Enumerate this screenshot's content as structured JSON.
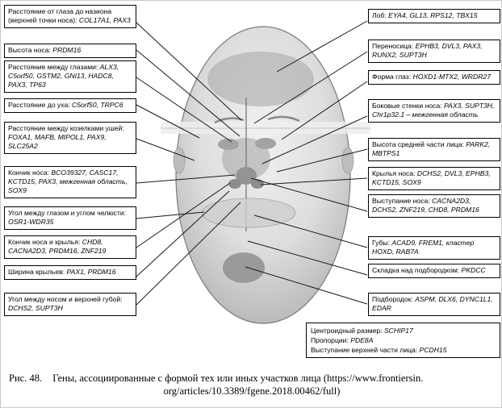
{
  "left_labels": [
    {
      "region": "Расстояние от глаза до назиона (верхней точки носа):",
      "genes": "COL17A1, PAX3"
    },
    {
      "region": "Высота носа:",
      "genes": "PRDM16"
    },
    {
      "region": "Расстояние между глазами:",
      "genes": "ALX3, C5orf50, GSTM2, GNI13, HADC8, PAX3, TP63"
    },
    {
      "region": "Расстояние до уха:",
      "genes": "C5orf50, TRPC6"
    },
    {
      "region": "Расстояние между козелками ушей:",
      "genes": "FOXA1, MAFB, MIPOL1, PAX9, SLC25A2"
    },
    {
      "region": "Кончик носа:",
      "genes": "BCO39327, CASC17, KCTD15, PAX3, межгенная область, SOX9"
    },
    {
      "region": "Угол между глазом и углом челюсти:",
      "genes": "OSR1-WDR35"
    },
    {
      "region": "Кончик носа и крылья:",
      "genes": "CHD8, CACNA2D3, PRDM16, ZNF219"
    },
    {
      "region": "Ширина крыльев:",
      "genes": "PAX1, PRDM16"
    },
    {
      "region": "Угол между носом и верхней губой:",
      "genes": "DCHS2, SUPT3H"
    }
  ],
  "right_labels": [
    {
      "region": "Лоб:",
      "genes": "EYA4, GL13, RPS12, TBX15"
    },
    {
      "region": "Переносица:",
      "genes": "EPHB3, DVL3, PAX3, RUNX2, SUPT3H"
    },
    {
      "region": "Форма глаз:",
      "genes": "HOXD1-MTX2, WRDR27"
    },
    {
      "region": "Боковые стенки носа:",
      "genes": "PAX3, SUPT3H, Chr1p32.1 – межгенная область"
    },
    {
      "region": "Высота средней части лица:",
      "genes": "PARK2, MBTPS1"
    },
    {
      "region": "Крылья носа:",
      "genes": "DCHS2, DVL3, EPHB3, KCTD15, SOX9"
    },
    {
      "region": "Выступание носа:",
      "genes": "CACNA2D3, DCHS2, ZNF219, CHD8, PRDM16"
    },
    {
      "region": "Губы:",
      "genes": "ACAD9, FREM1, кластер HOXD, RAB7A"
    },
    {
      "region": "Складка над подбородком:",
      "genes": "PKDCC"
    },
    {
      "region": "Подбородок:",
      "genes": "ASPM, DLX6, DYNC1L1, EDAR"
    }
  ],
  "bottom_note": [
    {
      "region": "Центроидный размер:",
      "genes": "SCHIP17"
    },
    {
      "region": "Пропорции:",
      "genes": "PDE8A"
    },
    {
      "region": "Выступание верхней части лица:",
      "genes": "PCDH15"
    }
  ],
  "caption": {
    "label": "Рис. 48.",
    "line1": "Гены, ассоциированные с формой тех или иных участков лица (https://www.frontiersin.",
    "line2": "org/articles/10.3389/fgene.2018.00462/full)"
  }
}
